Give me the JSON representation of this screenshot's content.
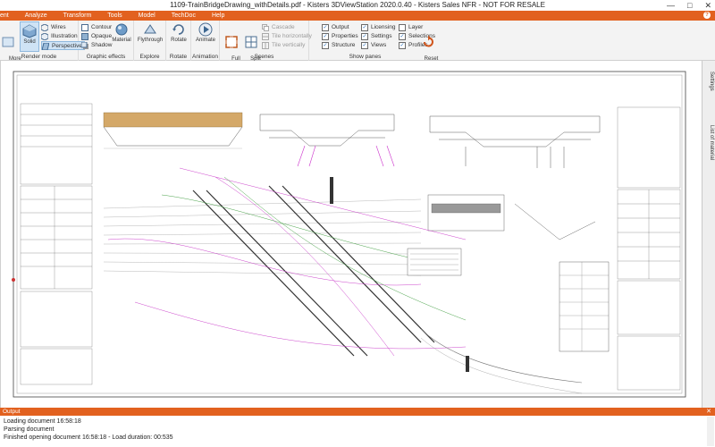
{
  "window": {
    "title": "1109-TrainBridgeDrawing_withDetails.pdf - Kisters 3DViewStation 2020.0.40 - Kisters Sales NFR - NOT FOR RESALE",
    "minimize": "—",
    "maximize": "□",
    "close": "✕"
  },
  "menu": {
    "items": [
      "ent",
      "Analyze",
      "Transform",
      "Tools",
      "Model",
      "TechDoc",
      "Help"
    ],
    "help_icon": "?"
  },
  "ribbon": {
    "render_mode": {
      "label": "Render mode",
      "more_origin": "More\norigin",
      "solid": "Solid",
      "wires": "Wires",
      "illustration": "Illustration",
      "perspective": "Perspective"
    },
    "graphic_effects": {
      "label": "Graphic effects",
      "contour": "Contour",
      "opaque": "Opaque",
      "shadow": "Shadow",
      "material": "Material"
    },
    "explore": {
      "label": "Explore",
      "flythrough": "Flythrough"
    },
    "rotate": {
      "label": "Rotate",
      "rotate": "Rotate"
    },
    "animation": {
      "label": "Animation",
      "animate": "Animate"
    },
    "scenes": {
      "label": "Scenes",
      "full_screen": "Full\nscreen",
      "split_scene": "Split\nscene",
      "cascade": "Cascade",
      "tile_h": "Tile horizontally",
      "tile_v": "Tile vertically"
    },
    "show_panes": {
      "label": "Show panes",
      "output": "Output",
      "properties": "Properties",
      "structure": "Structure",
      "licensing": "Licensing",
      "settings": "Settings",
      "views": "Views",
      "layer": "Layer",
      "selections": "Selections",
      "profiles": "Profiles",
      "reset_ui": "Reset\nUI"
    }
  },
  "side_panel": {
    "settings": "Settings",
    "list_of_material": "List of material"
  },
  "output_panel": {
    "title": "Output",
    "lines": [
      "Loading document 16:58:18",
      "Parsing document",
      "Finished opening document 16:58:18 - Load duration: 00:535"
    ]
  },
  "colors": {
    "accent": "#e2611f",
    "selected": "#cfe3f5"
  }
}
